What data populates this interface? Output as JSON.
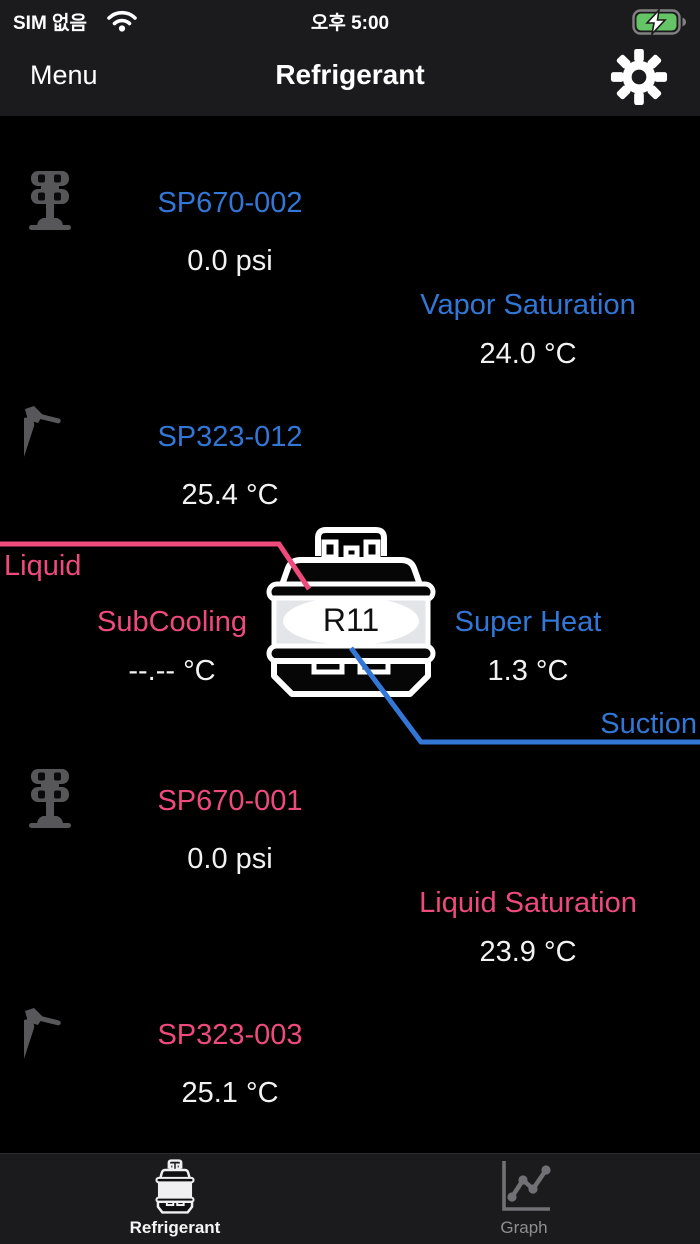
{
  "status_bar": {
    "carrier": "SIM 없음",
    "time": "오후 5:00",
    "battery": {
      "state": "charging",
      "fill_color": "#65c466"
    }
  },
  "nav_bar": {
    "menu_label": "Menu",
    "title": "Refrigerant"
  },
  "refrigerant_view": {
    "tank_label": "R11",
    "sensors": [
      {
        "id": "SP670-002",
        "icon": "pressure-probe",
        "value": "0.0 psi",
        "accent": "#3276d6"
      },
      {
        "id": "SP323-012",
        "icon": "pipe-clamp",
        "value": "25.4 °C",
        "accent": "#3276d6"
      },
      {
        "id": "SP670-001",
        "icon": "pressure-probe",
        "value": "0.0 psi",
        "accent": "#ee4a7c"
      },
      {
        "id": "SP323-003",
        "icon": "pipe-clamp",
        "value": "25.1 °C",
        "accent": "#ee4a7c"
      }
    ],
    "readings": {
      "vapor_saturation": {
        "label": "Vapor Saturation",
        "value": "24.0 °C"
      },
      "subcooling": {
        "label": "SubCooling",
        "value": "--.-- °C"
      },
      "super_heat": {
        "label": "Super Heat",
        "value": "1.3 °C"
      },
      "liquid_saturation": {
        "label": "Liquid Saturation",
        "value": "23.9 °C"
      }
    },
    "pipes": {
      "liquid_label": "Liquid",
      "suction_label": "Suction",
      "liquid_color": "#ee4a7c",
      "suction_color": "#3276d6"
    }
  },
  "tab_bar": {
    "tabs": [
      {
        "label": "Refrigerant",
        "active": true
      },
      {
        "label": "Graph",
        "active": false
      }
    ]
  },
  "colors": {
    "background": "#000000",
    "chrome": "#1b1b1d",
    "blue": "#3276d6",
    "pink": "#ee4a7c"
  }
}
